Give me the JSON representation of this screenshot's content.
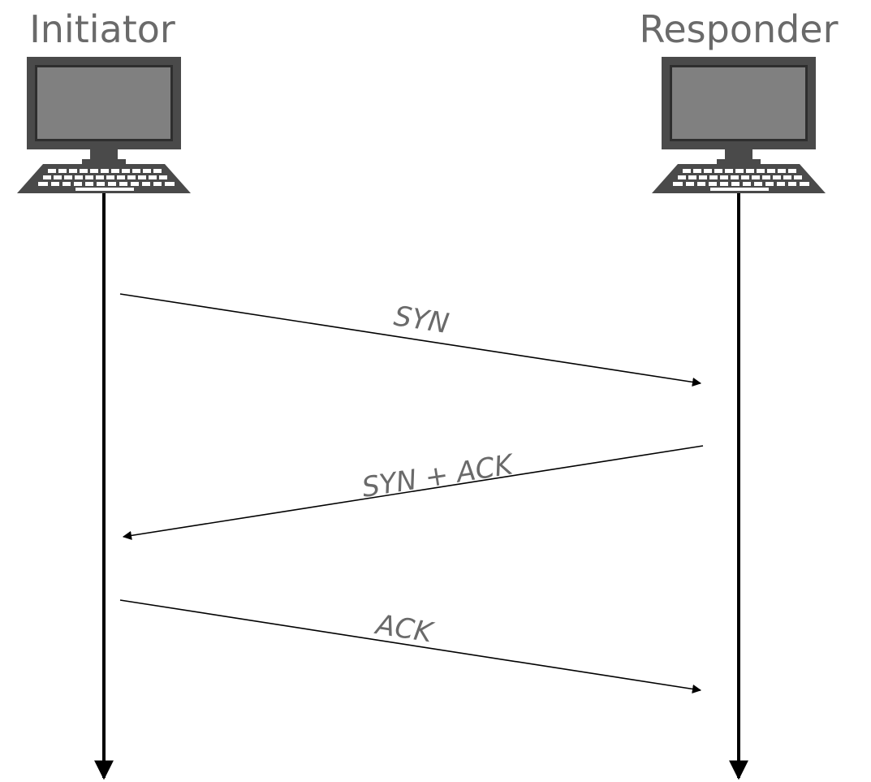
{
  "parties": {
    "initiator": {
      "label": "Initiator",
      "icon": "desktop-computer-icon"
    },
    "responder": {
      "label": "Responder",
      "icon": "desktop-computer-icon"
    }
  },
  "messages": [
    {
      "label": "SYN",
      "from": "initiator",
      "to": "responder"
    },
    {
      "label": "SYN + ACK",
      "from": "responder",
      "to": "initiator"
    },
    {
      "label": "ACK",
      "from": "initiator",
      "to": "responder"
    }
  ],
  "colors": {
    "text": "#6a6a6a",
    "lines": "#000000",
    "monitor_body": "#4a4a4a",
    "monitor_screen": "#808080",
    "keyboard_keys": "#ffffff"
  }
}
